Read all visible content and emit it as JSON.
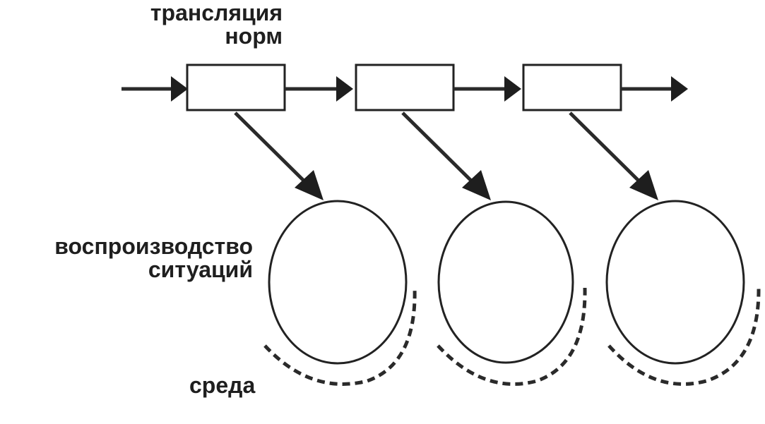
{
  "labels": {
    "translation_line1": "трансляция",
    "translation_line2": "норм",
    "reproduction_line1": "воспроизводство",
    "reproduction_line2": "ситуаций",
    "environment": "среда"
  },
  "norm_chain": {
    "boxes": [
      {
        "id": "norm-box-1"
      },
      {
        "id": "norm-box-2"
      },
      {
        "id": "norm-box-3"
      }
    ]
  },
  "situations": [
    {
      "id": "situation-1"
    },
    {
      "id": "situation-2"
    },
    {
      "id": "situation-3"
    }
  ],
  "colors": {
    "stroke": "#222222",
    "arrow": "#1e1e1e",
    "text": "#1f1f1f",
    "background": "#ffffff"
  }
}
